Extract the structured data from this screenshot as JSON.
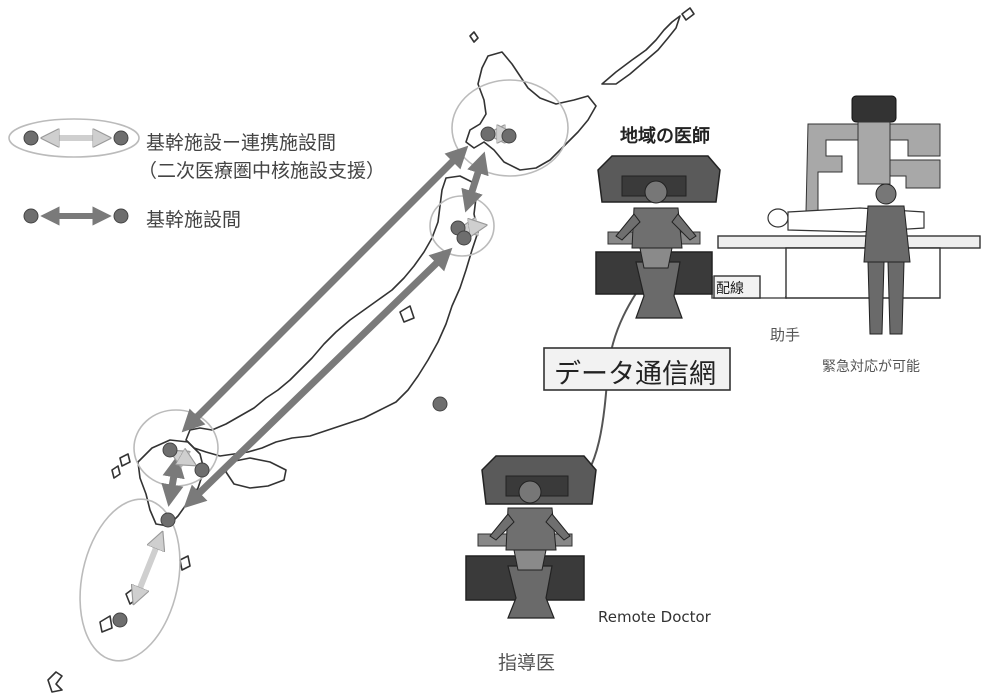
{
  "legend": {
    "light_arrow_label_line1": "基幹施設ー連携施設間",
    "light_arrow_label_line2": "（二次医療圏中核施設支援）",
    "dark_arrow_label": "基幹施設間"
  },
  "labels": {
    "local_doctor": "地域の医師",
    "wiring": "配線",
    "assistant": "助手",
    "emergency": "緊急対応が可能",
    "network": "データ通信網",
    "remote_doctor_en": "Remote Doctor",
    "remote_doctor_jp": "指導医"
  },
  "colors": {
    "dark_arrow": "#7a7a7a",
    "light_arrow": "#cfcfcf",
    "node": "#6e6e6e",
    "map_stroke": "#333333",
    "console_dark": "#3a3a3a",
    "console_mid": "#6a6a6a",
    "box_fill": "#f2f2f2",
    "robot_arm": "#a8a8a8"
  }
}
